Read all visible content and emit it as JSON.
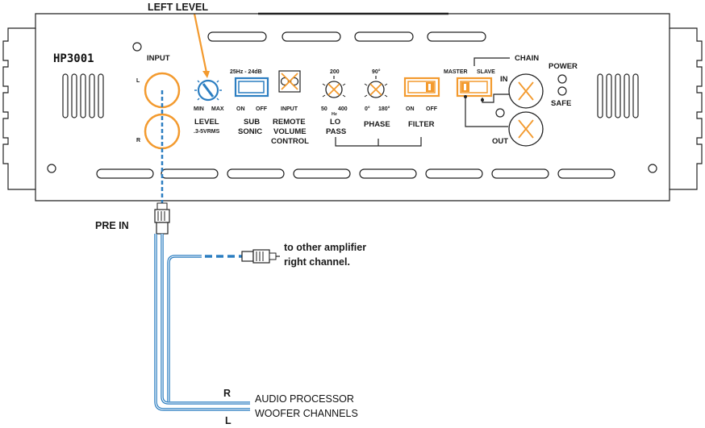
{
  "callout": {
    "left_level": "LEFT LEVEL"
  },
  "panel": {
    "model": "HP3001",
    "input": {
      "label": "INPUT",
      "left": "L",
      "right": "R"
    },
    "level": {
      "min": "MIN",
      "max": "MAX",
      "title": "LEVEL",
      "range": ".3-5VRMS"
    },
    "subsonic": {
      "range": "25Hz - 24dB",
      "on": "ON",
      "off": "OFF",
      "title_1": "SUB",
      "title_2": "SONIC"
    },
    "remote": {
      "sub": "INPUT",
      "title_1": "REMOTE",
      "title_2": "VOLUME",
      "title_3": "CONTROL"
    },
    "lopass": {
      "top": "200",
      "low": "50",
      "high": "400",
      "unit": "Hz",
      "title_1": "LO",
      "title_2": "PASS"
    },
    "phase": {
      "top": "90°",
      "low": "0°",
      "high": "180°",
      "title": "PHASE"
    },
    "filter": {
      "on": "ON",
      "off": "OFF",
      "title": "FILTER"
    },
    "chain": {
      "title": "CHAIN",
      "master": "MASTER",
      "slave": "SLAVE",
      "in": "IN",
      "out": "OUT"
    },
    "status": {
      "power": "POWER",
      "safe": "SAFE"
    }
  },
  "wiring": {
    "pre_in": "PRE IN",
    "other_amp_1": "to other amplifier",
    "other_amp_2": "right channel.",
    "r_label": "R",
    "l_label": "L",
    "processor_1": "AUDIO PROCESSOR",
    "processor_2": "WOOFER CHANNELS"
  },
  "colors": {
    "accent_orange": "#F39A2E",
    "cable_blue": "#2C7EC1",
    "outline": "#222222"
  }
}
